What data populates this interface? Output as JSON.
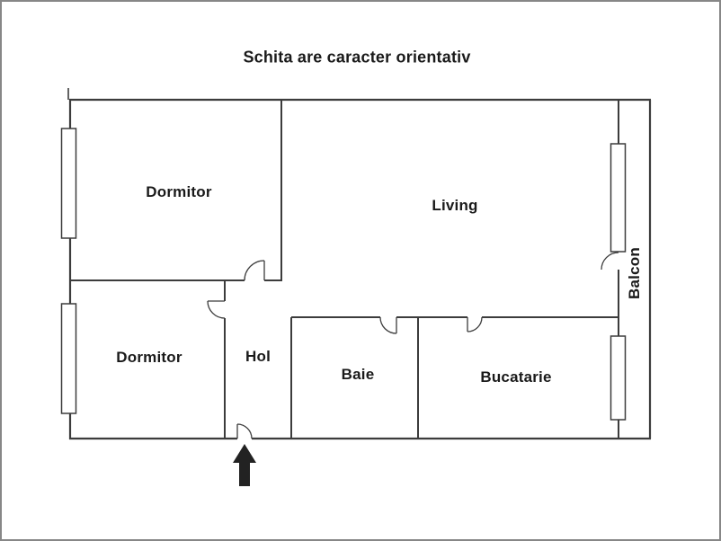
{
  "title": "Schita are caracter orientativ",
  "colors": {
    "background": "#ffffff",
    "wall": "#3c3c3c",
    "text": "#1a1a1a",
    "frame_border": "#878787",
    "arrow": "#222222"
  },
  "icons": {
    "entrance_arrow": "filled-up-arrow"
  },
  "rooms": [
    {
      "id": "dormitor-top",
      "label": "Dormitor"
    },
    {
      "id": "living",
      "label": "Living"
    },
    {
      "id": "dormitor-bottom",
      "label": "Dormitor"
    },
    {
      "id": "hol",
      "label": "Hol"
    },
    {
      "id": "baie",
      "label": "Baie"
    },
    {
      "id": "bucatarie",
      "label": "Bucatarie"
    },
    {
      "id": "balcon",
      "label": "Balcon"
    }
  ]
}
